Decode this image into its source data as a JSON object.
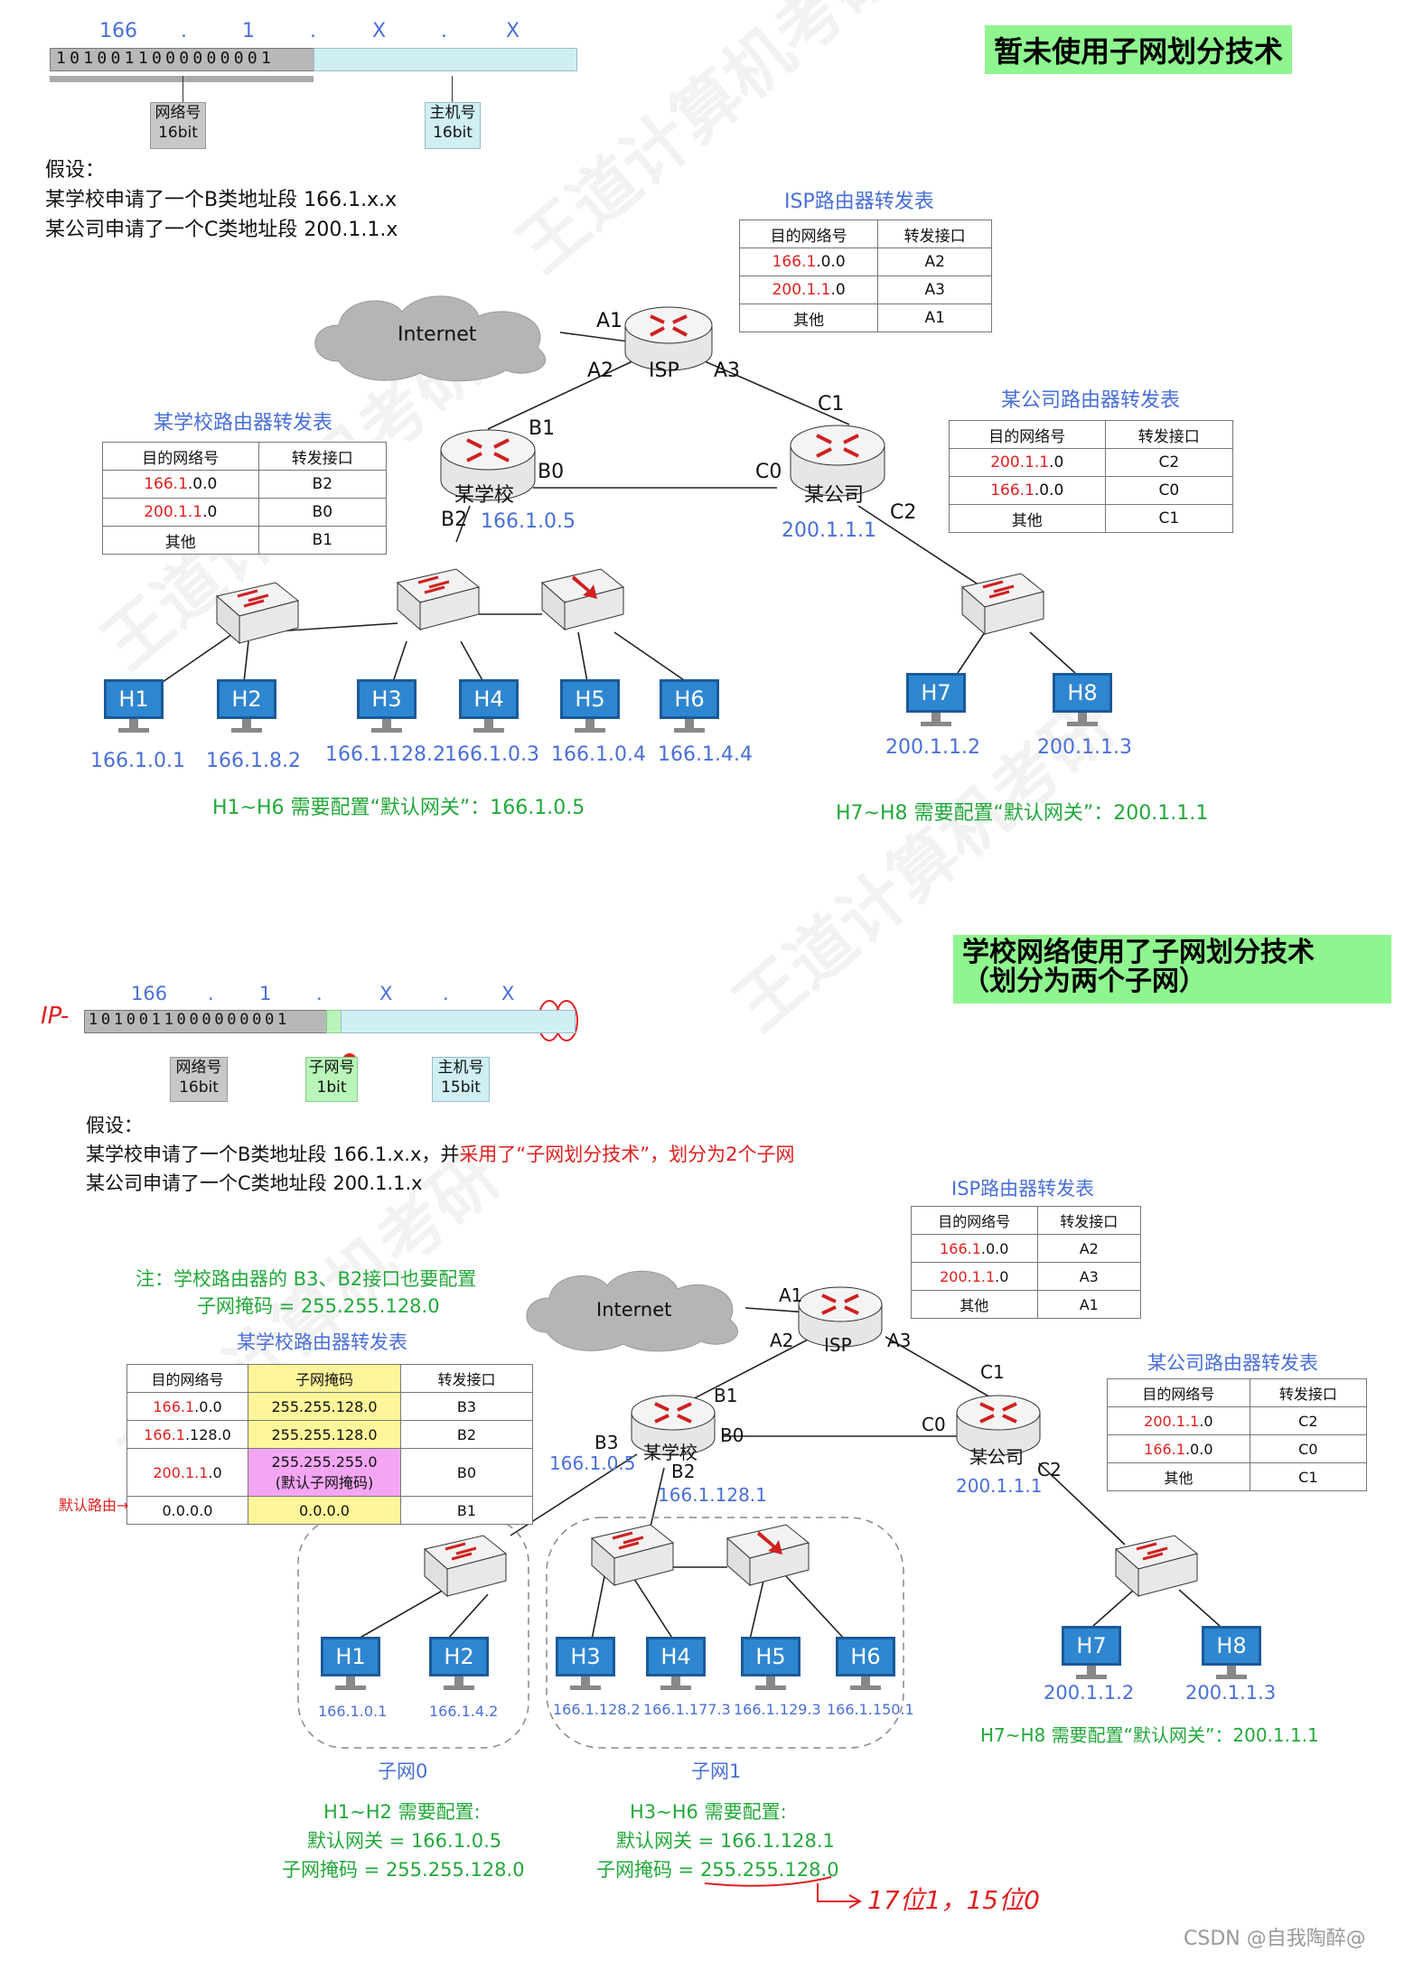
{
  "top": {
    "title": "暂未使用子网划分技术",
    "ip_octets": [
      "166",
      ".",
      "1",
      ".",
      "X",
      ".",
      "X"
    ],
    "net_bits": "1010011000000001",
    "net_label": "网络号",
    "net_bits_count": "16bit",
    "host_label": "主机号",
    "host_bits_count": "16bit",
    "assume_heading": "假设：",
    "assume_line1": "某学校申请了一个B类地址段 166.1.x.x",
    "assume_line2": "某公司申请了一个C类地址段 200.1.1.x",
    "isp_table": {
      "title": "ISP路由器转发表",
      "headers": [
        "目的网络号",
        "转发接口"
      ],
      "rows": [
        {
          "red": "166.1",
          "rest": ".0.0",
          "port": "A2"
        },
        {
          "red": "200.1.1",
          "rest": ".0",
          "port": "A3"
        },
        {
          "red": "",
          "rest": "其他",
          "port": "A1"
        }
      ]
    },
    "school_table": {
      "title": "某学校路由器转发表",
      "headers": [
        "目的网络号",
        "转发接口"
      ],
      "rows": [
        {
          "red": "166.1",
          "rest": ".0.0",
          "port": "B2"
        },
        {
          "red": "200.1.1",
          "rest": ".0",
          "port": "B0"
        },
        {
          "red": "",
          "rest": "其他",
          "port": "B1"
        }
      ]
    },
    "company_table": {
      "title": "某公司路由器转发表",
      "headers": [
        "目的网络号",
        "转发接口"
      ],
      "rows": [
        {
          "red": "200.1.1",
          "rest": ".0",
          "port": "C2"
        },
        {
          "red": "166.1",
          "rest": ".0.0",
          "port": "C0"
        },
        {
          "red": "",
          "rest": "其他",
          "port": "C1"
        }
      ]
    },
    "internet": "Internet",
    "isp": "ISP",
    "school_router": "某学校",
    "company_router": "某公司",
    "ports": {
      "A1": "A1",
      "A2": "A2",
      "A3": "A3",
      "B0": "B0",
      "B1": "B1",
      "B2": "B2",
      "C0": "C0",
      "C1": "C1",
      "C2": "C2"
    },
    "school_router_ip": "166.1.0.5",
    "company_router_ip": "200.1.1.1",
    "hosts": [
      {
        "name": "H1",
        "ip": "166.1.0.1"
      },
      {
        "name": "H2",
        "ip": "166.1.8.2"
      },
      {
        "name": "H3",
        "ip": "166.1.128.2"
      },
      {
        "name": "H4",
        "ip": "166.1.0.3"
      },
      {
        "name": "H5",
        "ip": "166.1.0.4"
      },
      {
        "name": "H6",
        "ip": "166.1.4.4"
      },
      {
        "name": "H7",
        "ip": "200.1.1.2"
      },
      {
        "name": "H8",
        "ip": "200.1.1.3"
      }
    ],
    "gw_school": "H1~H6 需要配置“默认网关”：166.1.0.5",
    "gw_company": "H7~H8 需要配置“默认网关”：200.1.1.1"
  },
  "bottom": {
    "title_line1": "学校网络使用了子网划分技术",
    "title_line2": "（划分为两个子网）",
    "ip_octets": [
      "166",
      ".",
      "1",
      ".",
      "X",
      ".",
      "X"
    ],
    "net_bits": "1010011000000001",
    "net_label": "网络号",
    "net_bits_count": "16bit",
    "subnet_label": "子网号",
    "subnet_bits_count": "1bit",
    "host_label": "主机号",
    "host_bits_count": "15bit",
    "assume_heading": "假设：",
    "assume_line1_a": "某学校申请了一个B类地址段 166.1.x.x，并",
    "assume_line1_b": "采用了“子网划分技术”，划分为2个子网",
    "assume_line2": "某公司申请了一个C类地址段 200.1.1.x",
    "note_line1": "注：学校路由器的 B3、B2接口也要配置",
    "note_line2": "子网掩码 = 255.255.128.0",
    "isp_table": {
      "title": "ISP路由器转发表",
      "headers": [
        "目的网络号",
        "转发接口"
      ],
      "rows": [
        {
          "red": "166.1",
          "rest": ".0.0",
          "port": "A2"
        },
        {
          "red": "200.1.1",
          "rest": ".0",
          "port": "A3"
        },
        {
          "red": "",
          "rest": "其他",
          "port": "A1"
        }
      ]
    },
    "school_table": {
      "title": "某学校路由器转发表",
      "headers": [
        "目的网络号",
        "子网掩码",
        "转发接口"
      ],
      "rows": [
        {
          "red": "166.1",
          "rest": ".0.0",
          "mask": "255.255.128.0",
          "port": "B3"
        },
        {
          "red": "166.1",
          "rest": ".128.0",
          "mask": "255.255.128.0",
          "port": "B2"
        },
        {
          "red": "200.1.1",
          "rest": ".0",
          "mask": "255.255.255.0",
          "mask2": "(默认子网掩码)",
          "port": "B0"
        },
        {
          "red": "",
          "rest": "0.0.0.0",
          "mask": "0.0.0.0",
          "port": "B1"
        }
      ]
    },
    "default_route_label": "默认路由→",
    "company_table": {
      "title": "某公司路由器转发表",
      "headers": [
        "目的网络号",
        "转发接口"
      ],
      "rows": [
        {
          "red": "200.1.1",
          "rest": ".0",
          "port": "C2"
        },
        {
          "red": "166.1",
          "rest": ".0.0",
          "port": "C0"
        },
        {
          "red": "",
          "rest": "其他",
          "port": "C1"
        }
      ]
    },
    "internet": "Internet",
    "isp": "ISP",
    "school_router": "某学校",
    "company_router": "某公司",
    "ports": {
      "A1": "A1",
      "A2": "A2",
      "A3": "A3",
      "B0": "B0",
      "B1": "B1",
      "B2": "B2",
      "B3": "B3",
      "C0": "C0",
      "C1": "C1",
      "C2": "C2"
    },
    "school_b3_ip": "166.1.0.5",
    "school_b2_ip": "166.1.128.1",
    "company_router_ip": "200.1.1.1",
    "hosts": [
      {
        "name": "H1",
        "ip": "166.1.0.1"
      },
      {
        "name": "H2",
        "ip": "166.1.4.2"
      },
      {
        "name": "H3",
        "ip": "166.1.128.2"
      },
      {
        "name": "H4",
        "ip": "166.1.177.3"
      },
      {
        "name": "H5",
        "ip": "166.1.129.3"
      },
      {
        "name": "H6",
        "ip": "166.1.150.1"
      },
      {
        "name": "H7",
        "ip": "200.1.1.2"
      },
      {
        "name": "H8",
        "ip": "200.1.1.3"
      }
    ],
    "subnet0_label": "子网0",
    "subnet1_label": "子网1",
    "sub0_cfg_title": "H1~H2 需要配置:",
    "sub0_cfg_gw": "默认网关 = 166.1.0.5",
    "sub0_cfg_mask": "子网掩码 = 255.255.128.0",
    "sub1_cfg_title": "H3~H6 需要配置:",
    "sub1_cfg_gw": "默认网关 = 166.1.128.1",
    "sub1_cfg_mask": "子网掩码 = 255.255.128.0",
    "gw_company": "H7~H8 需要配置“默认网关”：200.1.1.1",
    "handwritten_note": "17位1，15位0",
    "ip_hand": "IP-"
  },
  "watermark": "王道计算机考研",
  "credit": "CSDN @自我陶醉@",
  "colors": {
    "green_title": "#8ff58f",
    "blue_text": "#4a6fd8",
    "red_text": "#e02020",
    "green_text": "#22a83a",
    "pc_blue": "#2f86d0",
    "router_red": "#d02020"
  }
}
